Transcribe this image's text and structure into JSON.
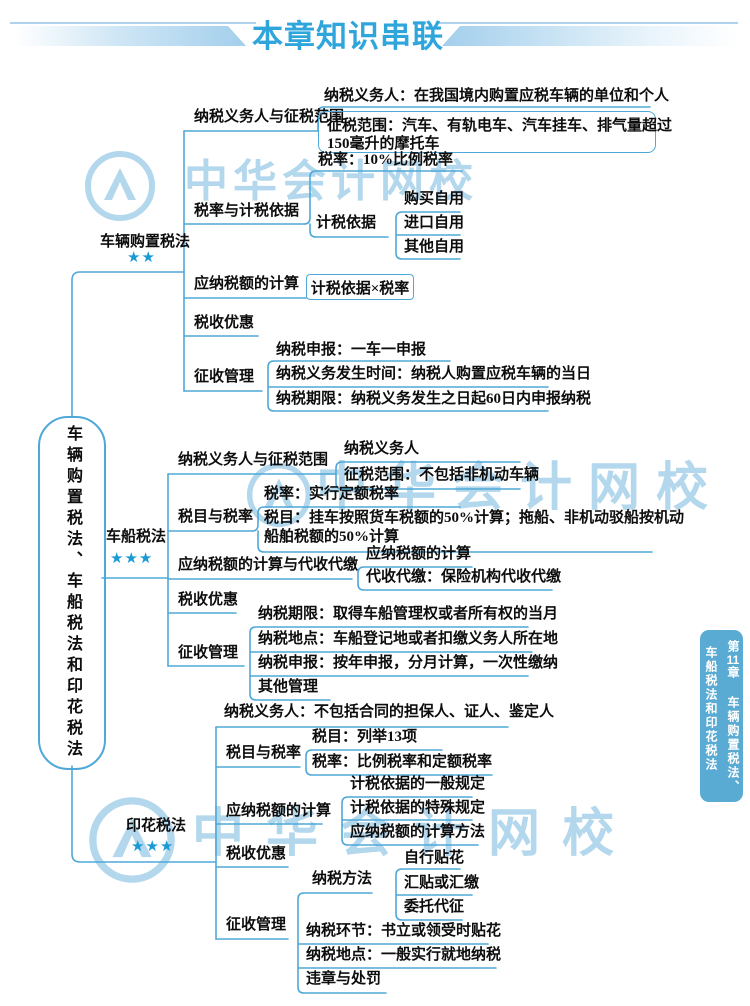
{
  "header": {
    "title": "本章知识串联"
  },
  "watermark": {
    "brand": "中华会计网校"
  },
  "root": {
    "label": "车辆购置税法、车船税法和印花税法"
  },
  "side_tab": {
    "ch_prefix": "第",
    "ch_num": "11",
    "col1_rest": "章 车辆购置税法、",
    "col2": "车船税法和印花税法"
  },
  "colors": {
    "line": "#4fa8d8",
    "star": "#1a9ad5",
    "title": "#2ea6db",
    "tab_bg": "#5aabd4",
    "watermark": "#b3d7ec"
  },
  "b1": {
    "label": "车辆购置税法",
    "stars": "★★",
    "scope_label": "纳税义务人与征税范围",
    "scope_taxpayer": "纳税义务人：在我国境内购置应税车辆的单位和个人",
    "scope_range1": "征税范围：汽车、有轨电车、汽车挂车、排气量超过",
    "scope_range2": "150毫升的摩托车",
    "rate_label": "税率与计税依据",
    "rate_rate": "税率：10%比例税率",
    "rate_basis": "计税依据",
    "basis_items": [
      "购买自用",
      "进口自用",
      "其他自用"
    ],
    "calc_label": "应纳税额的计算",
    "calc_formula": "计税依据×税率",
    "pref_label": "税收优惠",
    "admin_label": "征收管理",
    "admin_items": [
      "纳税申报：一车一申报",
      "纳税义务发生时间：纳税人购置应税车辆的当日",
      "纳税期限：纳税义务发生之日起60日内申报纳税"
    ]
  },
  "b2": {
    "label": "车船税法",
    "stars": "★★★",
    "scope_label": "纳税义务人与征税范围",
    "scope_taxpayer": "纳税义务人",
    "scope_range": "征税范围：不包括非机动车辆",
    "rate_label": "税目与税率",
    "rate_rate": "税率：实行定额税率",
    "rate_item1": "税目：挂车按照货车税额的50%计算；拖船、非机动驳船按机动",
    "rate_item2": "船舶税额的50%计算",
    "calc_label": "应纳税额的计算与代收代缴",
    "calc_item": "应纳税额的计算",
    "calc_withhold": "代收代缴：保险机构代收代缴",
    "pref_label": "税收优惠",
    "admin_label": "征收管理",
    "admin_items": [
      "纳税期限：取得车船管理权或者所有权的当月",
      "纳税地点：车船登记地或者扣缴义务人所在地",
      "纳税申报：按年申报，分月计算，一次性缴纳",
      "其他管理"
    ]
  },
  "b3": {
    "label": "印花税法",
    "stars": "★★★",
    "taxpayer": "纳税义务人：不包括合同的担保人、证人、鉴定人",
    "rate_label": "税目与税率",
    "rate_item": "税目：列举13项",
    "rate_rate": "税率：比例税率和定额税率",
    "calc_label": "应纳税额的计算",
    "calc_items": [
      "计税依据的一般规定",
      "计税依据的特殊规定",
      "应纳税额的计算方法"
    ],
    "pref_label": "税收优惠",
    "admin_label": "征收管理",
    "admin_method": "纳税方法",
    "method_items": [
      "自行贴花",
      "汇贴或汇缴",
      "委托代征"
    ],
    "admin_link": "纳税环节：书立或领受时贴花",
    "admin_place": "纳税地点：一般实行就地纳税",
    "admin_penalty": "违章与处罚"
  }
}
